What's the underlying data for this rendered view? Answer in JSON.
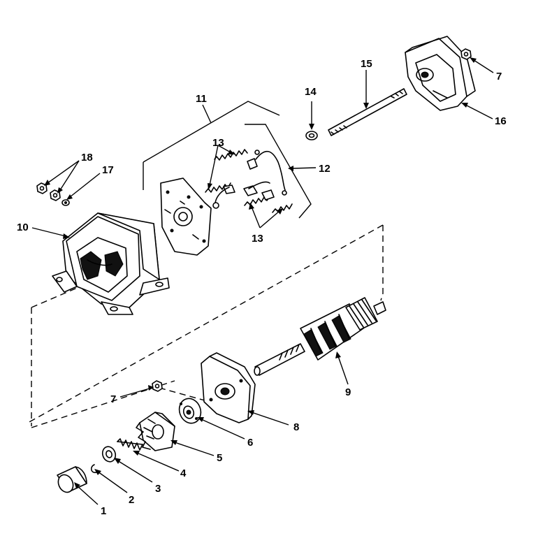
{
  "callouts": [
    {
      "id": "c1",
      "text": "1"
    },
    {
      "id": "c2",
      "text": "2"
    },
    {
      "id": "c3",
      "text": "3"
    },
    {
      "id": "c4",
      "text": "4"
    },
    {
      "id": "c5",
      "text": "5"
    },
    {
      "id": "c6",
      "text": "6"
    },
    {
      "id": "c7a",
      "text": "7"
    },
    {
      "id": "c7b",
      "text": "7"
    },
    {
      "id": "c8",
      "text": "8"
    },
    {
      "id": "c9",
      "text": "9"
    },
    {
      "id": "c10",
      "text": "10"
    },
    {
      "id": "c11",
      "text": "11"
    },
    {
      "id": "c12",
      "text": "12"
    },
    {
      "id": "c13a",
      "text": "13"
    },
    {
      "id": "c13b",
      "text": "13"
    },
    {
      "id": "c14",
      "text": "14"
    },
    {
      "id": "c15",
      "text": "15"
    },
    {
      "id": "c16",
      "text": "16"
    },
    {
      "id": "c17",
      "text": "17"
    },
    {
      "id": "c18",
      "text": "18"
    }
  ]
}
